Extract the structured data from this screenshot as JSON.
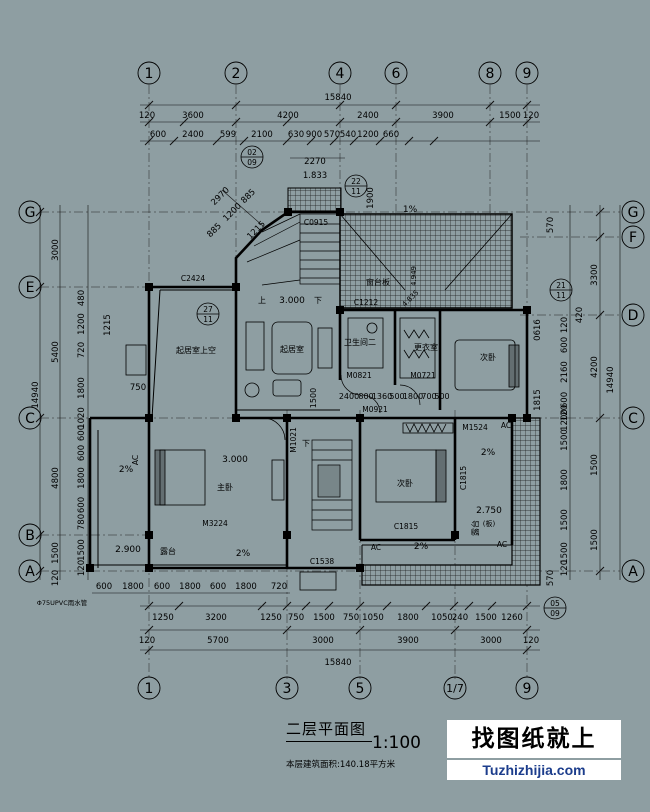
{
  "title": "二层平面图",
  "scale": "1:100",
  "area_note": "本层建筑面积:140.18平方米",
  "watermark": {
    "cn": "找图纸就上",
    "url": "Tuzhizhijia.com"
  },
  "axes": {
    "top": [
      "1",
      "2",
      "4",
      "6",
      "8",
      "9"
    ],
    "bottom": [
      "1",
      "3",
      "5",
      "1/7",
      "9"
    ],
    "left": [
      "G",
      "E",
      "C",
      "B",
      "A"
    ],
    "right": [
      "G",
      "F",
      "D",
      "C",
      "A"
    ]
  },
  "dims": {
    "top_total": "15840",
    "top_row1": [
      "120",
      "3600",
      "4200",
      "2400",
      "3900",
      "1500",
      "120"
    ],
    "top_row2": [
      "600",
      "2400",
      "599",
      "2100",
      "630",
      "900",
      "570",
      "540",
      "1200",
      "660"
    ],
    "bottom_row1": [
      "1250",
      "3200",
      "1250",
      "750",
      "1500",
      "750",
      "1050",
      "1800",
      "1050",
      "240",
      "1500",
      "1260"
    ],
    "bottom_row2": [
      "120",
      "5700",
      "3000",
      "3900",
      "3000",
      "120"
    ],
    "bottom_total": "15840",
    "bottom_window": [
      "600",
      "1800",
      "600",
      "1800",
      "600",
      "1800",
      "720"
    ],
    "left_total": "14940",
    "left_row": [
      "3000",
      "5400",
      "4800",
      "1500",
      "120"
    ],
    "left_inner": [
      "480",
      "1200",
      "720",
      "1215",
      "750",
      "1800",
      "600",
      "1020",
      "600",
      "1800",
      "600",
      "780",
      "120",
      "1500"
    ],
    "right_total": "14940",
    "right_row": [
      "570",
      "3300",
      "4200",
      "1500",
      "1500",
      "570"
    ],
    "right_inner": [
      "120",
      "420",
      "0616",
      "600",
      "2160",
      "1815",
      "600",
      "120",
      "1200",
      "1500",
      "1800",
      "1500",
      "120",
      "1500"
    ],
    "stair": [
      "2970",
      "2270",
      "1.833",
      "885",
      "1200",
      "885",
      "1215",
      "1900"
    ],
    "inner": [
      "2400",
      "800",
      "1360",
      "500",
      "1800",
      "700",
      "500",
      "1500"
    ]
  },
  "rooms": {
    "living_void": "起居室上空",
    "living": "起居室",
    "bath2": "卫生间二",
    "closet": "更衣室",
    "bedroom2": "次卧",
    "master": "主卧",
    "bedroom3": "次卧",
    "terrace1": "露台",
    "terrace2": "露台",
    "bay_window": "窗台板",
    "stair_up": "上",
    "stair_down": "下",
    "stair_down2": "下"
  },
  "elev": {
    "stair": "3.000",
    "master": "3.000",
    "terrace1": "2.900",
    "terrace2": "2.750",
    "terrace2_note": "(板)",
    "roof_slope": "1%",
    "elev_small": "4.949",
    "elev_small2": "4.835"
  },
  "slopes": {
    "s1": "2%",
    "s2": "2%",
    "s3": "2%",
    "s4": "2%"
  },
  "codes": {
    "c0915": "C0915",
    "c2424": "C2424",
    "c1212": "C1212",
    "m0821": "M0821",
    "m0721": "M0721",
    "m0921": "M0921",
    "m1021": "M1021",
    "m1524": "M1524",
    "m3224": "M3224",
    "c1538": "C1538",
    "c1815a": "C1815",
    "c1815b": "C1815",
    "ac1": "AC",
    "ac2": "AC",
    "ac3": "AC",
    "ac4": "AC",
    "pipe": "Φ75UPVC雨水管"
  },
  "callouts": [
    {
      "top": "02",
      "bottom": "09"
    },
    {
      "top": "22",
      "bottom": "11"
    },
    {
      "top": "27",
      "bottom": "11"
    },
    {
      "top": "21",
      "bottom": "11"
    },
    {
      "top": "05",
      "bottom": "09"
    }
  ]
}
